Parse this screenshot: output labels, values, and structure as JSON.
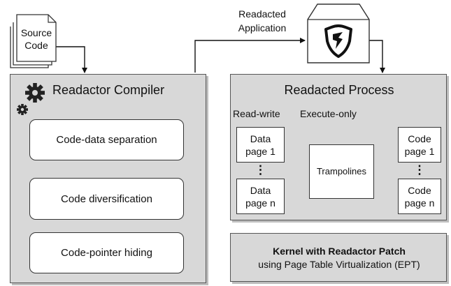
{
  "source": {
    "line1": "Source",
    "line2": "Code"
  },
  "redacted_app": {
    "line1": "Readacted",
    "line2": "Application"
  },
  "compiler": {
    "title": "Readactor Compiler",
    "steps": [
      "Code-data separation",
      "Code diversification",
      "Code-pointer hiding"
    ]
  },
  "process": {
    "title": "Readacted Process",
    "rw_label": "Read-write",
    "xo_label": "Execute-only",
    "data_top": {
      "line1": "Data",
      "line2": "page 1"
    },
    "data_bottom": {
      "line1": "Data",
      "line2": "page n"
    },
    "code_top": {
      "line1": "Code",
      "line2": "page 1"
    },
    "code_bottom": {
      "line1": "Code",
      "line2": "page n"
    },
    "ellipsis": "⋮",
    "trampolines": "Trampolines"
  },
  "kernel": {
    "title": "Kernel with Readactor Patch",
    "subtitle": "using Page Table Virtualization (EPT)"
  },
  "icons": {
    "gears": "gears-icon",
    "shield": "shield-icon",
    "document": "document-stack-icon",
    "package": "package-box-icon"
  }
}
